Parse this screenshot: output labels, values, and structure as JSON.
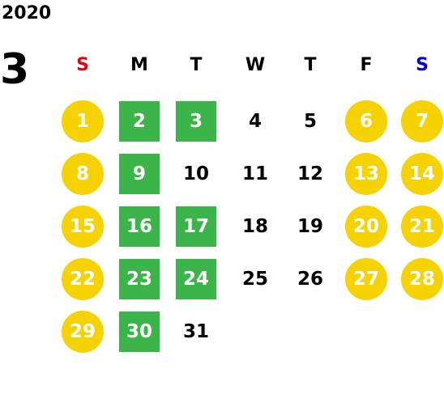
{
  "calendar": {
    "year": "2020",
    "month": "3",
    "weekdays": [
      "S",
      "M",
      "T",
      "W",
      "T",
      "F",
      "S"
    ],
    "weekday_colors": {
      "sunday": "#e60012",
      "saturday": "#0000d0",
      "default": "#000000"
    },
    "day_style_colors": {
      "holiday": "#f6d200",
      "closed": "#3bb54a",
      "normal_text": "#000000",
      "highlight_text": "#ffffff"
    },
    "first_weekday_index": 0,
    "days": [
      {
        "label": "1",
        "type": "holiday"
      },
      {
        "label": "2",
        "type": "closed"
      },
      {
        "label": "3",
        "type": "closed"
      },
      {
        "label": "4",
        "type": "normal"
      },
      {
        "label": "5",
        "type": "normal"
      },
      {
        "label": "6",
        "type": "holiday"
      },
      {
        "label": "7",
        "type": "holiday"
      },
      {
        "label": "8",
        "type": "holiday"
      },
      {
        "label": "9",
        "type": "closed"
      },
      {
        "label": "10",
        "type": "normal"
      },
      {
        "label": "11",
        "type": "normal"
      },
      {
        "label": "12",
        "type": "normal"
      },
      {
        "label": "13",
        "type": "holiday"
      },
      {
        "label": "14",
        "type": "holiday"
      },
      {
        "label": "15",
        "type": "holiday"
      },
      {
        "label": "16",
        "type": "closed"
      },
      {
        "label": "17",
        "type": "closed"
      },
      {
        "label": "18",
        "type": "normal"
      },
      {
        "label": "19",
        "type": "normal"
      },
      {
        "label": "20",
        "type": "holiday"
      },
      {
        "label": "21",
        "type": "holiday"
      },
      {
        "label": "22",
        "type": "holiday"
      },
      {
        "label": "23",
        "type": "closed"
      },
      {
        "label": "24",
        "type": "closed"
      },
      {
        "label": "25",
        "type": "normal"
      },
      {
        "label": "26",
        "type": "normal"
      },
      {
        "label": "27",
        "type": "holiday"
      },
      {
        "label": "28",
        "type": "holiday"
      },
      {
        "label": "29",
        "type": "holiday"
      },
      {
        "label": "30",
        "type": "closed"
      },
      {
        "label": "31",
        "type": "normal"
      }
    ]
  }
}
